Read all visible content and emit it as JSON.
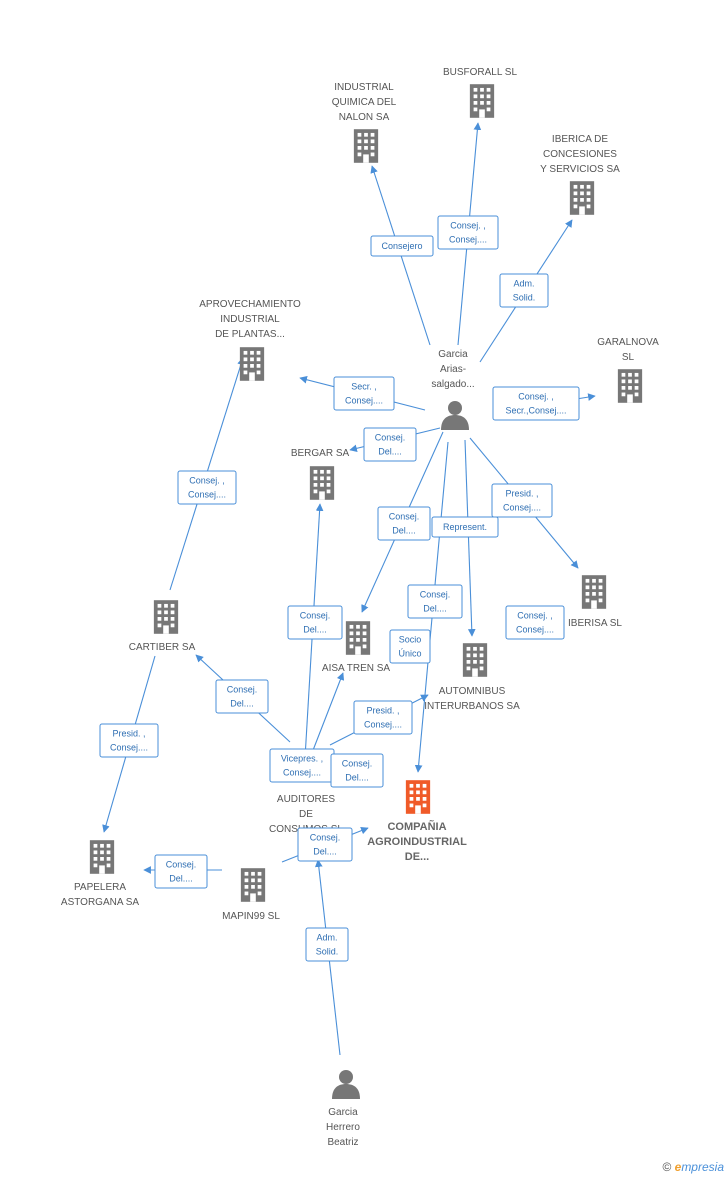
{
  "colors": {
    "edge": "#4a8fd8",
    "building": "#777777",
    "focus_building": "#f05a28",
    "person": "#777777"
  },
  "nodes": [
    {
      "id": "industrial_quimica",
      "type": "company",
      "lines": [
        "INDUSTRIAL",
        "QUIMICA DEL",
        "NALON SA"
      ]
    },
    {
      "id": "busforall",
      "type": "company",
      "lines": [
        "BUSFORALL  SL"
      ]
    },
    {
      "id": "iberica",
      "type": "company",
      "lines": [
        "IBERICA DE",
        "CONCESIONES",
        "Y SERVICIOS SA"
      ]
    },
    {
      "id": "aprovechamiento",
      "type": "company",
      "lines": [
        "APROVECHAMIENTO",
        "INDUSTRIAL",
        "DE PLANTAS..."
      ]
    },
    {
      "id": "garalnova",
      "type": "company",
      "lines": [
        "GARALNOVA",
        "SL"
      ]
    },
    {
      "id": "garcia_arias",
      "type": "person",
      "lines": [
        "Garcia",
        "Arias-",
        "salgado..."
      ]
    },
    {
      "id": "bergar",
      "type": "company",
      "lines": [
        "BERGAR SA"
      ]
    },
    {
      "id": "iberisa",
      "type": "company",
      "lines": [
        "IBERISA SL"
      ]
    },
    {
      "id": "cartiber",
      "type": "company",
      "lines": [
        "CARTIBER SA"
      ]
    },
    {
      "id": "aisa",
      "type": "company",
      "lines": [
        "AISA TREN SA"
      ]
    },
    {
      "id": "automnibus",
      "type": "company",
      "lines": [
        "AUTOMNIBUS",
        "INTERURBANOS SA"
      ]
    },
    {
      "id": "auditores",
      "type": "company",
      "lines": [
        "AUDITORES",
        "DE",
        "CONSUMOS SL"
      ]
    },
    {
      "id": "compania",
      "type": "focus",
      "lines": [
        "COMPAÑIA",
        "AGROINDUSTRIAL",
        "DE..."
      ]
    },
    {
      "id": "papelera",
      "type": "company",
      "lines": [
        "PAPELERA",
        "ASTORGANA SA"
      ]
    },
    {
      "id": "mapin99",
      "type": "company",
      "lines": [
        "MAPIN99  SL"
      ]
    },
    {
      "id": "garcia_herrero",
      "type": "person",
      "lines": [
        "Garcia",
        "Herrero",
        "Beatriz"
      ]
    }
  ],
  "edges": [
    {
      "from": "garcia_arias",
      "to": "industrial_quimica",
      "lines": [
        "Consejero"
      ]
    },
    {
      "from": "garcia_arias",
      "to": "busforall",
      "lines": [
        "Consej. ,",
        "Consej...."
      ]
    },
    {
      "from": "garcia_arias",
      "to": "iberica",
      "lines": [
        "Adm.",
        "Solid."
      ]
    },
    {
      "from": "garcia_arias",
      "to": "aprovechamiento",
      "lines": [
        "Secr. ,",
        "Consej...."
      ]
    },
    {
      "from": "garcia_arias",
      "to": "garalnova",
      "lines": [
        "Consej. ,",
        "Secr.,Consej...."
      ]
    },
    {
      "from": "garcia_arias",
      "to": "bergar",
      "lines": [
        "Consej.",
        "Del...."
      ]
    },
    {
      "from": "garcia_arias",
      "to": "iberisa",
      "lines": [
        "Presid. ,",
        "Consej...."
      ]
    },
    {
      "from": "garcia_arias",
      "to": "aisa",
      "lines": [
        "Consej.",
        "Del...."
      ]
    },
    {
      "from": "garcia_arias",
      "to": "automnibus",
      "lines": [
        "Represent."
      ]
    },
    {
      "from": "garcia_arias",
      "to": "compania",
      "lines": [
        "Consej.",
        "Del...."
      ]
    },
    {
      "from": "cartiber",
      "to": "aprovechamiento",
      "lines": [
        "Consej. ,",
        "Consej...."
      ]
    },
    {
      "from": "cartiber",
      "to": "papelera",
      "lines": [
        "Presid. ,",
        "Consej...."
      ]
    },
    {
      "from": "auditores",
      "to": "bergar",
      "lines": [
        "Consej.",
        "Del...."
      ]
    },
    {
      "from": "auditores",
      "to": "cartiber",
      "lines": [
        "Consej.",
        "Del...."
      ]
    },
    {
      "from": "auditores",
      "to": "aisa",
      "lines": [
        "Vicepres. ,",
        "Consej...."
      ]
    },
    {
      "from": "auditores",
      "to": "automnibus",
      "lines": [
        "Presid. ,",
        "Consej...."
      ]
    },
    {
      "from": "mapin99",
      "to": "papelera",
      "lines": [
        "Consej.",
        "Del...."
      ]
    },
    {
      "from": "mapin99",
      "to": "compania",
      "lines": [
        "Consej.",
        "Del...."
      ]
    },
    {
      "from": "garcia_herrero",
      "to": "compania",
      "lines": [
        "Adm.",
        "Solid."
      ]
    },
    {
      "from": "auditores",
      "to": "compania",
      "lines": [
        "Consej.",
        "Del...."
      ]
    },
    {
      "from": "garcia_arias",
      "to": "iberisa",
      "lines": [
        "Consej. ,",
        "Consej...."
      ]
    },
    {
      "from": "garcia_arias",
      "to": "automnibus",
      "lines": [
        "Socio",
        "Único"
      ]
    }
  ],
  "watermark": {
    "symbol": "©",
    "brand_initial": "e",
    "brand_rest": "mpresia"
  }
}
